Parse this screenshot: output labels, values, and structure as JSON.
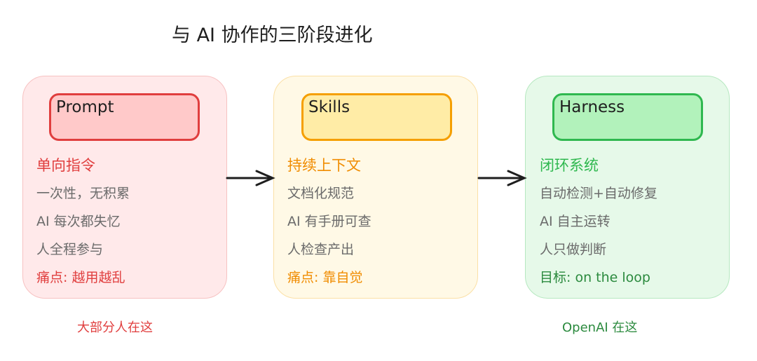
{
  "title": "与 AI 协作的三阶段进化",
  "stages": [
    {
      "name": "Prompt",
      "heading": "单向指令",
      "points": [
        "一次性，无积累",
        "AI 每次都失忆",
        "人全程参与"
      ],
      "note": "痛点: 越用越乱",
      "footer": "大部分人在这",
      "colors": {
        "panel_bg": "#ffe9ea",
        "panel_border": "#f7c2c2",
        "header_bg": "#ffc9c9",
        "header_border": "#e03e3e",
        "accent": "#e03e3e"
      }
    },
    {
      "name": "Skills",
      "heading": "持续上下文",
      "points": [
        "文档化规范",
        "AI 有手册可查",
        "人检查产出"
      ],
      "note": "痛点: 靠自觉",
      "colors": {
        "panel_bg": "#fff9e6",
        "panel_border": "#fbe0a6",
        "header_bg": "#ffeca6",
        "header_border": "#f59f00",
        "accent": "#f08c00"
      }
    },
    {
      "name": "Harness",
      "heading": "闭环系统",
      "points": [
        "自动检测+自动修复",
        "AI 自主运转",
        "人只做判断"
      ],
      "note": "目标: on the loop",
      "footer": "OpenAI 在这",
      "colors": {
        "panel_bg": "#e6f9e9",
        "panel_border": "#b6e8c0",
        "header_bg": "#b2f2bb",
        "header_border": "#2fb84f",
        "accent": "#2fb84f",
        "note": "#2b8a3e"
      }
    }
  ]
}
